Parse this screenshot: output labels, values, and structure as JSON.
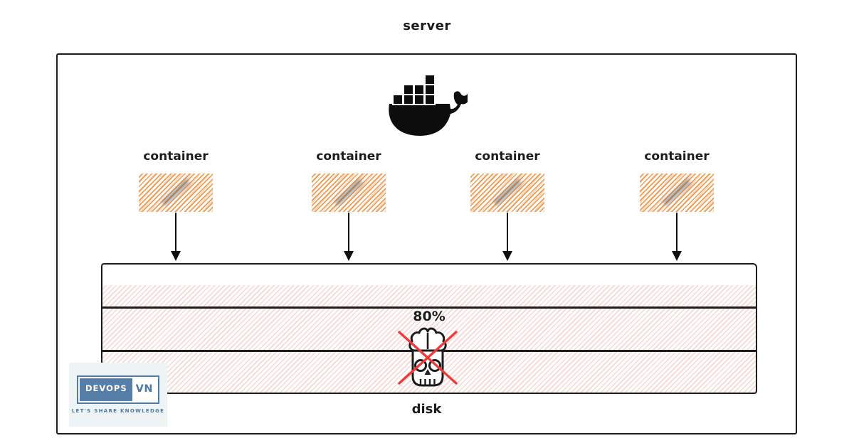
{
  "diagram": {
    "server_label": "server",
    "docker_icon_name": "docker-whale-icon",
    "containers": [
      "container",
      "container",
      "container",
      "container"
    ],
    "disk": {
      "label": "disk",
      "usage": "80%",
      "status_icon_name": "skull-crossed-out-icon"
    },
    "colors": {
      "outline": "#1d1d1d",
      "container_hatch": "#e98c3a",
      "disk_hatch": "#e57b70",
      "danger_cross": "#ee3a3a"
    }
  },
  "logo": {
    "name_primary": "DEVOPS",
    "name_secondary": "VN",
    "tagline": "LET'S SHARE KNOWLEDGE",
    "brand_color": "#4d7ba6"
  }
}
